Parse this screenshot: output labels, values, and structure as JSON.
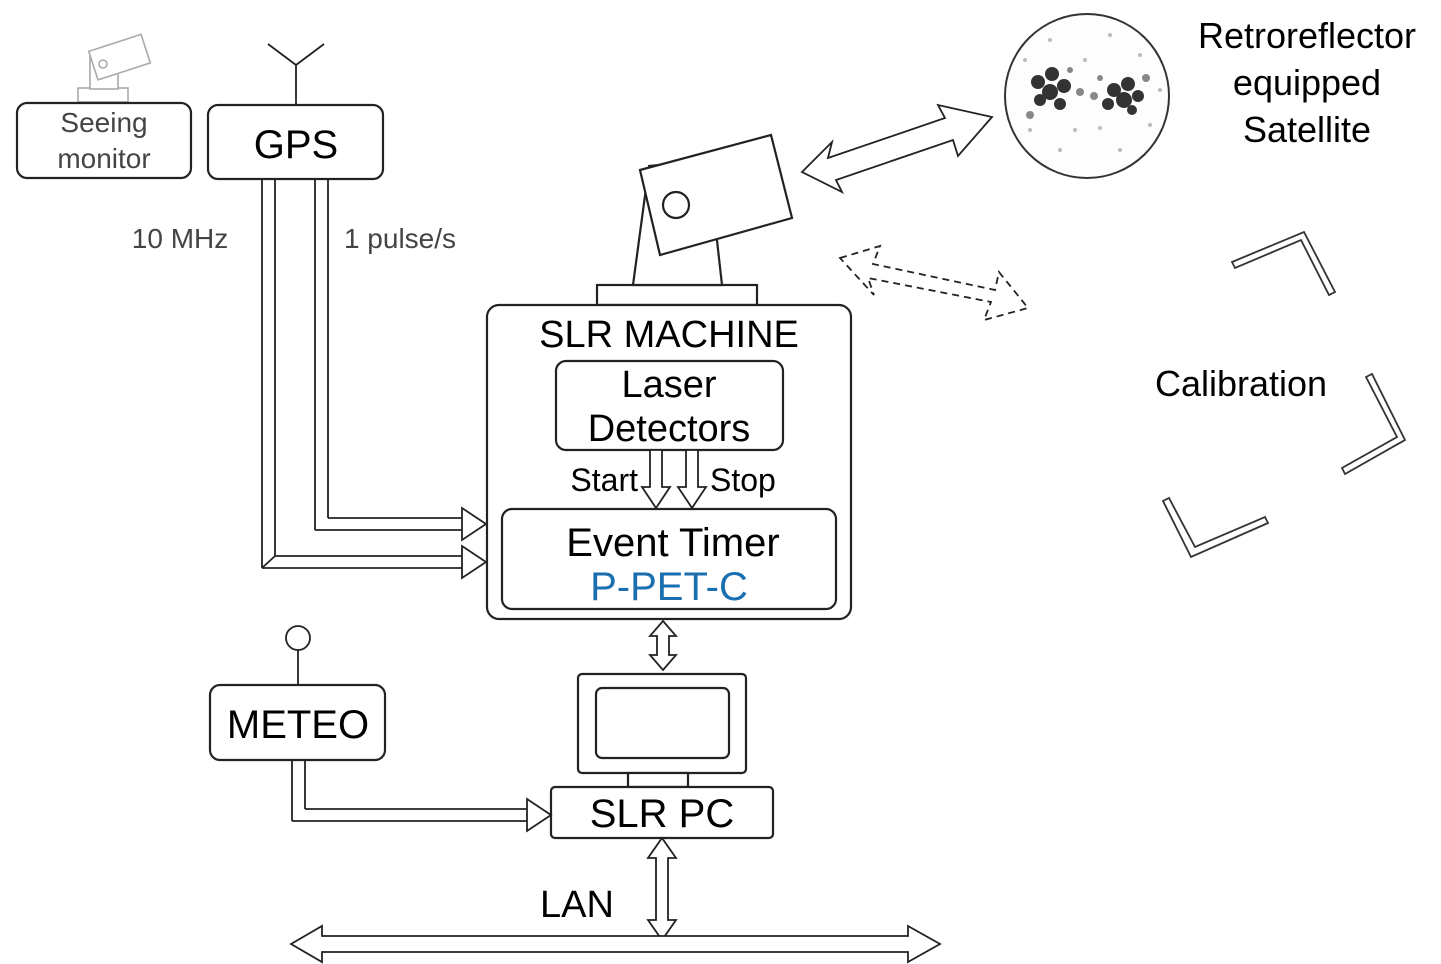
{
  "seeing_monitor": {
    "line1": "Seeing",
    "line2": "monitor"
  },
  "gps": {
    "label": "GPS",
    "signal_10mhz": "10 MHz",
    "signal_pps": "1 pulse/s"
  },
  "satellite": {
    "line1": "Retroreflector",
    "line2": "equipped",
    "line3": "Satellite"
  },
  "calibration": {
    "label": "Calibration"
  },
  "slr_machine": {
    "title": "SLR MACHINE",
    "laser_line1": "Laser",
    "laser_line2": "Detectors",
    "start": "Start",
    "stop": "Stop",
    "event_timer": "Event Timer",
    "model": "P-PET-C"
  },
  "meteo": {
    "label": "METEO"
  },
  "slr_pc": {
    "label": "SLR PC"
  },
  "lan": {
    "label": "LAN"
  },
  "colors": {
    "model_text": "#1a6fb0",
    "line": "#222222"
  }
}
